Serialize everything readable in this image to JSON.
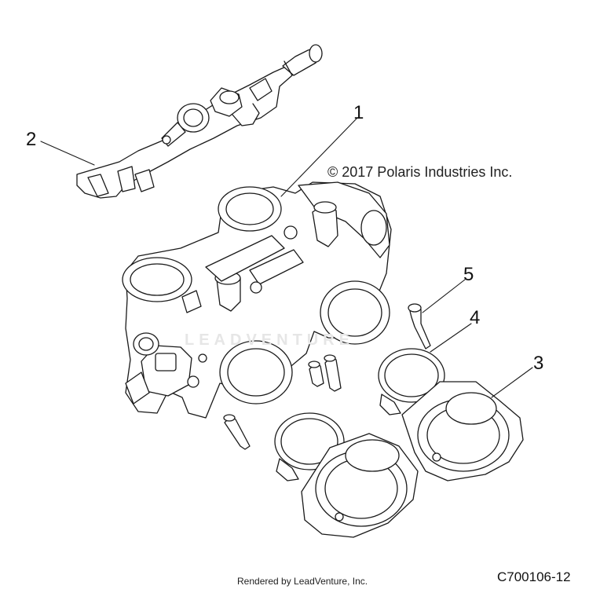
{
  "copyright": "© 2017 Polaris Industries Inc.",
  "watermark": "LEADVENTURE",
  "rendered_by": "Rendered by LeadVenture, Inc.",
  "diagram_id": "C700106-12",
  "callouts": [
    {
      "id": "1",
      "label": "1"
    },
    {
      "id": "2",
      "label": "2"
    },
    {
      "id": "3",
      "label": "3"
    },
    {
      "id": "4",
      "label": "4"
    },
    {
      "id": "5",
      "label": "5"
    }
  ]
}
